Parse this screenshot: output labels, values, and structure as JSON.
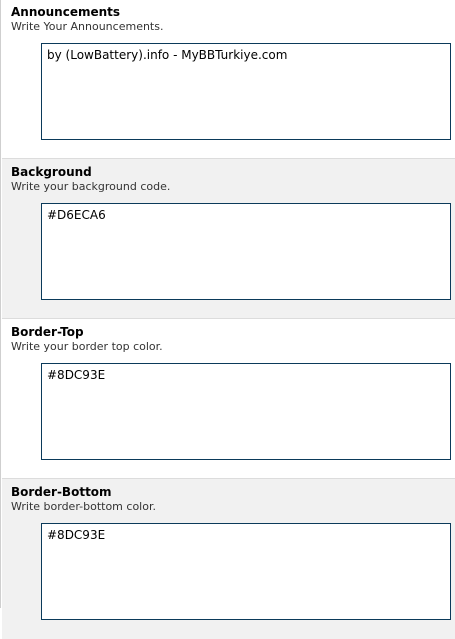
{
  "settings": [
    {
      "title": "Announcements",
      "description": "Write Your Announcements.",
      "value": "by (LowBattery).info - MyBBTurkiye.com"
    },
    {
      "title": "Background",
      "description": "Write your background code.",
      "value": "#D6ECA6"
    },
    {
      "title": "Border-Top",
      "description": "Write your border top color.",
      "value": "#8DC93E"
    },
    {
      "title": "Border-Bottom",
      "description": "Write border-bottom color.",
      "value": "#8DC93E"
    }
  ],
  "colors": {
    "row_alt_background": "#f1f1f1",
    "textarea_border": "#0b3a5a"
  }
}
